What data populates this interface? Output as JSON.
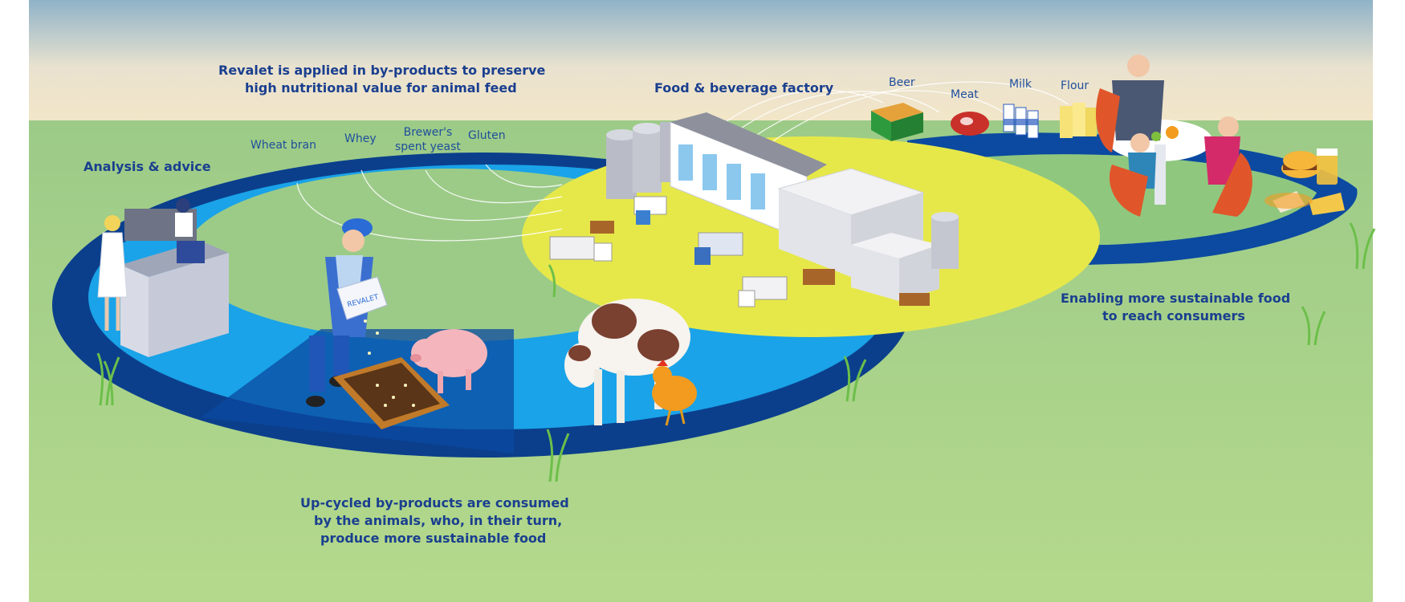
{
  "labels": {
    "analysis": "Analysis & advice",
    "revalet_line1": "Revalet is applied in by-products to preserve",
    "revalet_line2": "high nutritional value for animal feed",
    "factory": "Food & beverage factory",
    "enabling_line1": "Enabling more sustainable food",
    "enabling_line2": "to reach consumers",
    "upcycled_line1": "Up-cycled by-products are consumed",
    "upcycled_line2": "by the animals, who, in their turn,",
    "upcycled_line3": "produce more sustainable food"
  },
  "byproducts": [
    {
      "name": "Wheat bran"
    },
    {
      "name": "Whey"
    },
    {
      "name": "Brewer's\nspent yeast"
    },
    {
      "name": "Gluten"
    }
  ],
  "products": [
    {
      "name": "Beer"
    },
    {
      "name": "Meat"
    },
    {
      "name": "Milk"
    },
    {
      "name": "Flour"
    }
  ],
  "bag_text": "REVALET",
  "colors": {
    "sky_top": "#8fb3c8",
    "sky_bottom": "#f1ead6",
    "grass": "#a9d18e",
    "loop_dark": "#0b3f8c",
    "loop_light": "#1aa3e8",
    "factory_ground": "#e6e84a",
    "label_blue": "#1a3f8f"
  }
}
